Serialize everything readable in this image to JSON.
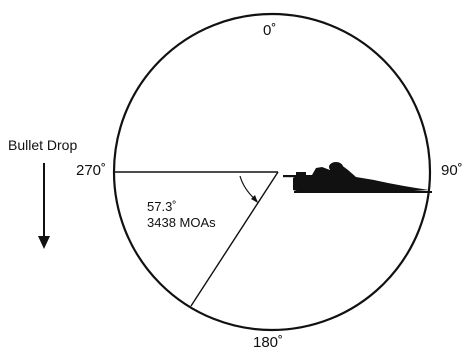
{
  "angles": {
    "deg_0": "0˚",
    "deg_90": "90˚",
    "deg_180": "180˚",
    "deg_270": "270˚"
  },
  "bullet_drop_label": "Bullet Drop",
  "sector": {
    "angle_label": "57.3˚",
    "moa_label": "3438 MOAs",
    "angle_degrees": 57.3
  },
  "colors": {
    "line": "#111111",
    "silhouette": "#111111",
    "background": "#ffffff"
  },
  "icons": {
    "shooter": "prone-shooter-silhouette",
    "arrow": "down-arrow"
  }
}
